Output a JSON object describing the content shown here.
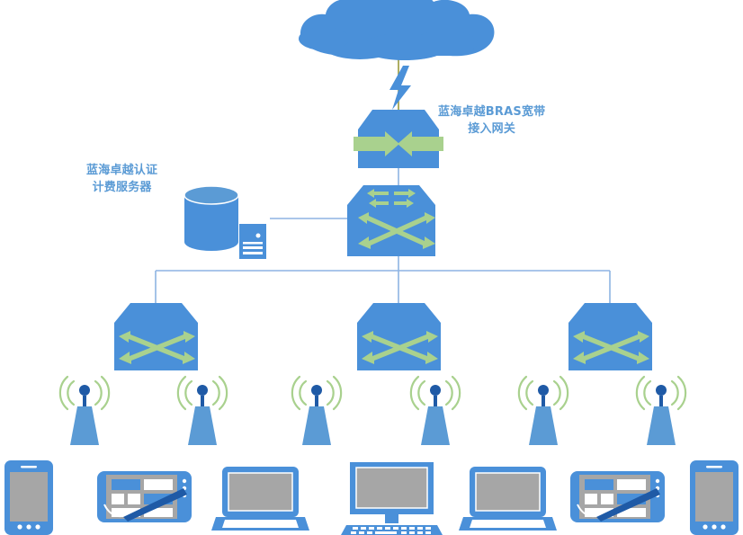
{
  "diagram": {
    "title": "Broadband Access Network Topology",
    "colors": {
      "device_blue": "#4a90d9",
      "light_blue": "#5b9bd5",
      "arrow_green": "#a9d18e",
      "line_blue": "#8eb4e3",
      "link_olive": "#9a9a3c",
      "screen_gray": "#a6a6a6",
      "dark_blue": "#1f5aa6",
      "label_blue": "#5b9bd5",
      "white": "#ffffff"
    },
    "labels": {
      "bras": {
        "line1": "蓝海卓越BRAS宽带",
        "line2": "接入网关"
      },
      "aaa_server": {
        "line1": "蓝海卓越认证",
        "line2": "计费服务器"
      }
    },
    "nodes": {
      "cloud": {
        "name": "internet-cloud"
      },
      "bras": {
        "name": "bras-gateway"
      },
      "core_switch": {
        "name": "core-switch"
      },
      "database": {
        "name": "database-cylinder"
      },
      "server": {
        "name": "aaa-server"
      },
      "access_switches": [
        {
          "name": "access-switch-left"
        },
        {
          "name": "access-switch-center"
        },
        {
          "name": "access-switch-right"
        }
      ],
      "access_points": [
        {
          "name": "wifi-ap-1"
        },
        {
          "name": "wifi-ap-2"
        },
        {
          "name": "wifi-ap-3"
        },
        {
          "name": "wifi-ap-4"
        },
        {
          "name": "wifi-ap-5"
        },
        {
          "name": "wifi-ap-6"
        }
      ],
      "clients": [
        {
          "name": "smartphone-left",
          "type": "smartphone"
        },
        {
          "name": "tablet-left",
          "type": "tablet"
        },
        {
          "name": "laptop-left",
          "type": "laptop"
        },
        {
          "name": "desktop-center",
          "type": "desktop"
        },
        {
          "name": "laptop-right",
          "type": "laptop"
        },
        {
          "name": "tablet-right",
          "type": "tablet"
        },
        {
          "name": "smartphone-right",
          "type": "smartphone"
        }
      ]
    }
  }
}
